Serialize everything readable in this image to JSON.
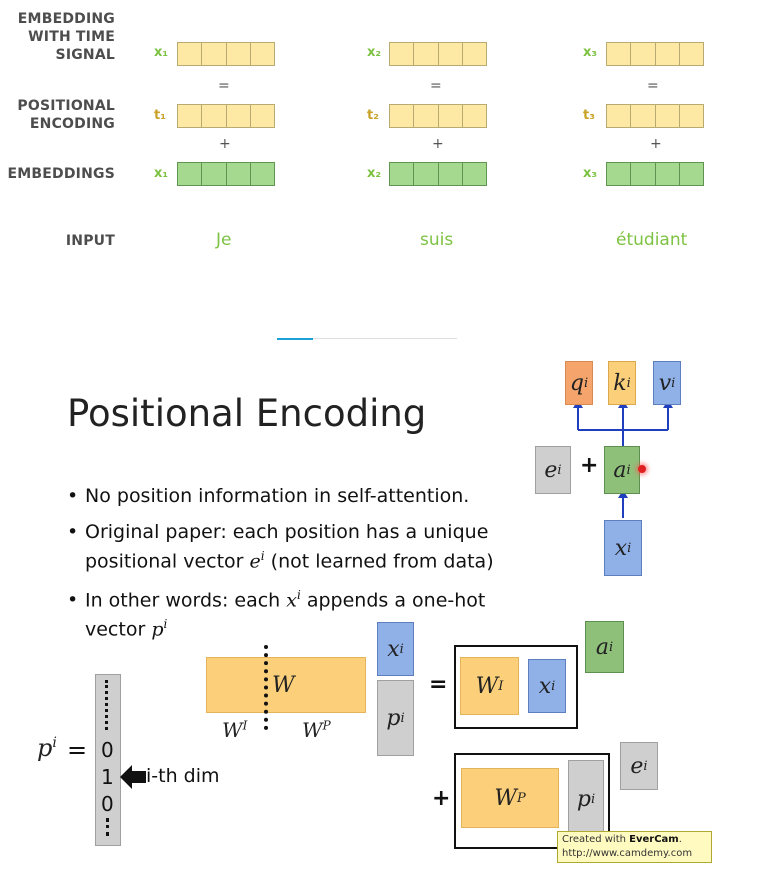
{
  "top_figure": {
    "row_labels": {
      "embedding_with_time_signal": [
        "EMBEDDING",
        "WITH TIME",
        "SIGNAL"
      ],
      "positional_encoding": [
        "POSITIONAL",
        "ENCODING"
      ],
      "embeddings": "EMBEDDINGS",
      "input": "INPUT"
    },
    "columns": [
      {
        "x_label": "x₁",
        "t_label": "t₁",
        "e_label": "x₁",
        "word": "Je"
      },
      {
        "x_label": "x₂",
        "t_label": "t₂",
        "e_label": "x₂",
        "word": "suis"
      },
      {
        "x_label": "x₃",
        "t_label": "t₃",
        "e_label": "x₃",
        "word": "étudiant"
      }
    ],
    "equals": "=",
    "plus": "+",
    "colors": {
      "green_text": "#7dc242",
      "gold_text": "#c9a227",
      "yellow_cell": "#fde9a3",
      "green_cell": "#a5d98f"
    }
  },
  "slide": {
    "title": "Positional Encoding",
    "bullets": {
      "b1": "No position information in self-attention.",
      "b2_line1": "Original paper: each position has a unique",
      "b2_line2_pre": "positional vector ",
      "b2_line2_math": "e",
      "b2_line2_sup": "i",
      "b2_line2_post": " (not learned from data)",
      "b3_line1_pre": "In other words: each ",
      "b3_line1_math": "x",
      "b3_line1_sup": "i",
      "b3_line1_post": " appends a one-hot",
      "b3_line2_pre": "vector ",
      "b3_line2_math": "p",
      "b3_line2_sup": "i"
    },
    "attention_diagram": {
      "q": "q",
      "k": "k",
      "v": "v",
      "a": "a",
      "e": "e",
      "x": "x",
      "sup": "i",
      "plus": "+"
    },
    "matrix_equation": {
      "W": "W",
      "W_I": "W",
      "W_I_sup": "I",
      "W_P": "W",
      "W_P_sup": "P",
      "x": "x",
      "p": "p",
      "a": "a",
      "e": "e",
      "sup": "i",
      "equals": "=",
      "plus": "+"
    },
    "onehot": {
      "lhs": "p",
      "lhs_sup": "i",
      "equals": "=",
      "values": [
        "0",
        "1",
        "0"
      ],
      "arrow_label": "i-th dim"
    },
    "watermark": {
      "line1_pre": "Created with ",
      "line1_brand": "EverCam",
      "line1_post": ".",
      "line2": "http://www.camdemy.com"
    }
  }
}
